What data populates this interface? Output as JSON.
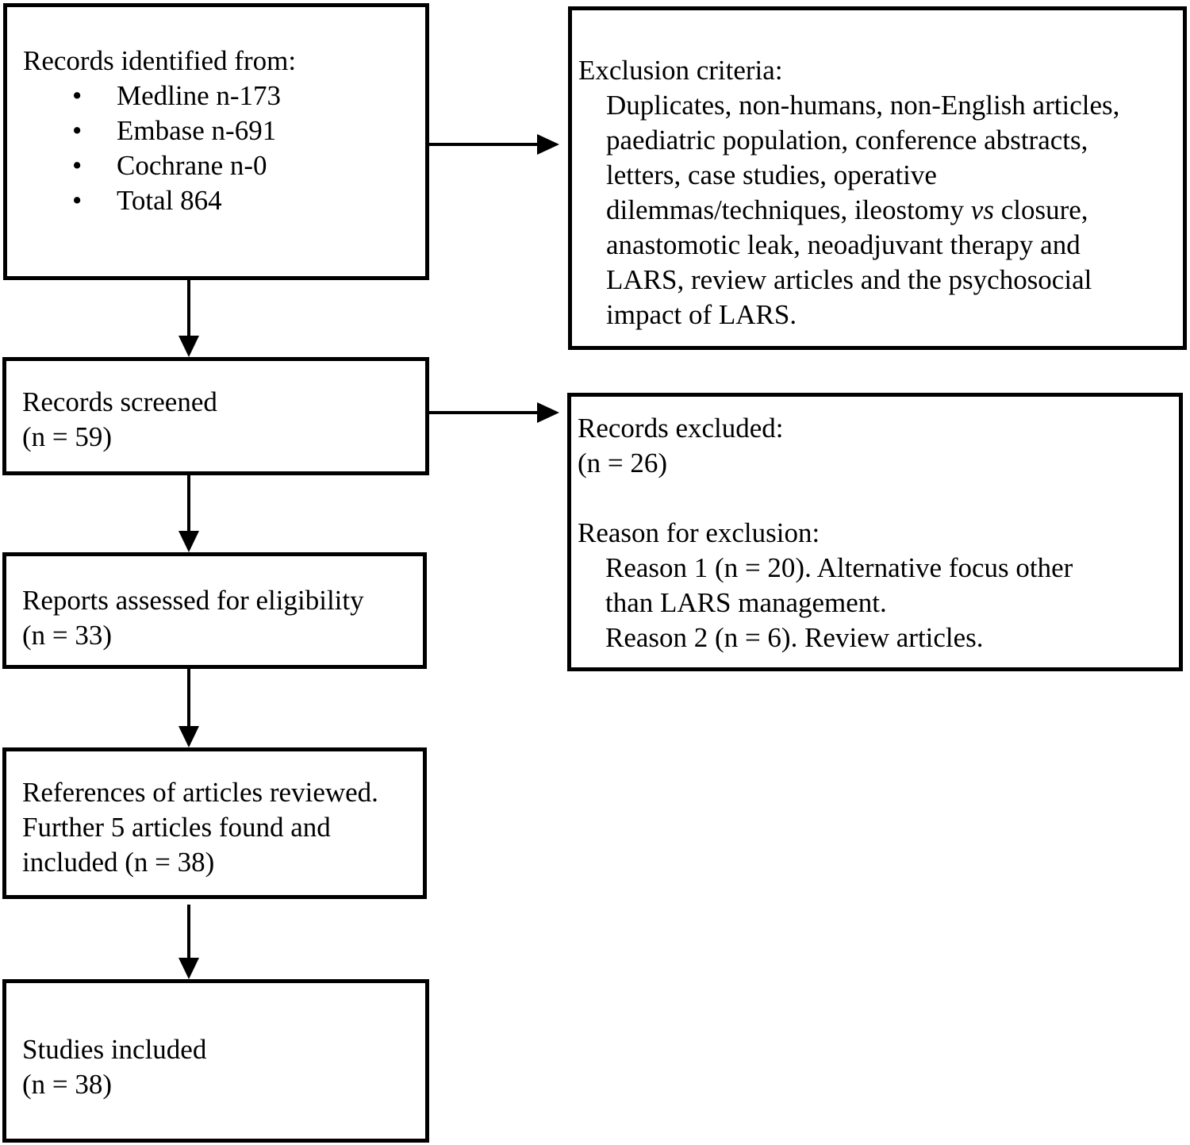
{
  "figure": {
    "type": "prisma-flow-diagram",
    "colors": {
      "border": "#000000",
      "background": "#ffffff",
      "text": "#000000"
    },
    "records_identified": {
      "heading": "Records identified from:",
      "bullet": "•",
      "items": [
        "Medline n-173",
        "Embase n-691",
        "Cochrane n-0",
        "Total 864"
      ]
    },
    "exclusion_criteria": {
      "heading": "Exclusion criteria:",
      "line1": "Duplicates, non-humans, non-English articles,",
      "line2": "paediatric population, conference abstracts,",
      "line3": "letters, case studies, operative",
      "line4_pre": "dilemmas/techniques, ileostomy ",
      "line4_italic": "vs",
      "line4_post": " closure,",
      "line5": "anastomotic leak, neoadjuvant therapy and",
      "line6": "LARS, review articles and the psychosocial",
      "line7": "impact of LARS."
    },
    "records_screened": {
      "line1": "Records screened",
      "line2": "(n = 59)"
    },
    "records_excluded": {
      "line1": "Records excluded:",
      "line2": "(n = 26)",
      "reason_heading": "Reason for exclusion:",
      "reason1_line1": "Reason 1 (n = 20). Alternative focus other",
      "reason1_line2": "than LARS management.",
      "reason2_line1": "Reason 2 (n = 6). Review articles."
    },
    "reports_assessed": {
      "line1": "Reports assessed for eligibility",
      "line2": "(n = 33)"
    },
    "references_reviewed": {
      "line1": "References of articles reviewed.",
      "line2": "Further 5 articles found and",
      "line3": "included (n = 38)"
    },
    "studies_included": {
      "line1": "Studies included",
      "line2": "(n = 38)"
    }
  }
}
